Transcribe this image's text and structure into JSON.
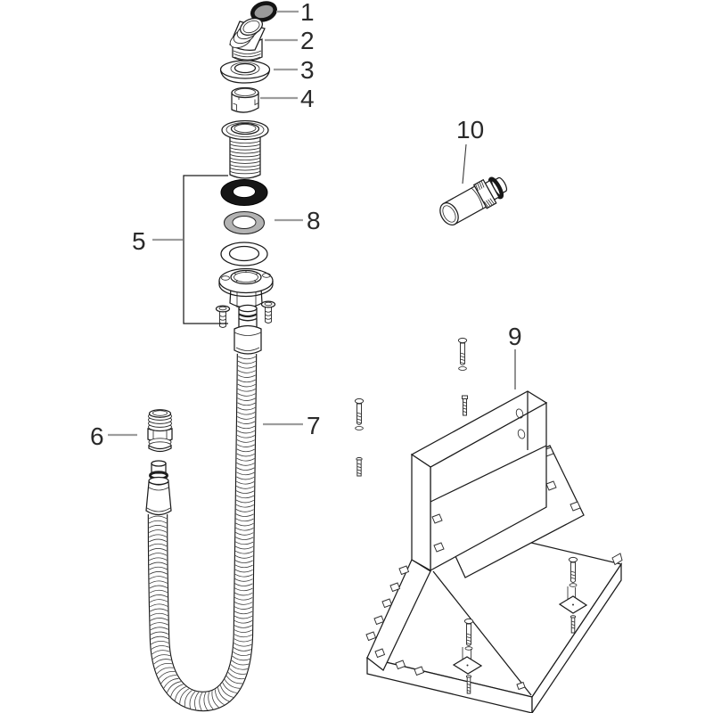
{
  "diagram": {
    "kind": "exploded-parts-diagram",
    "background": "#ffffff",
    "line_color": "#1c1c1c",
    "leader_color": "#9d9d9d",
    "gasket_color": "#161616",
    "oring_fill": "#9a9a9a",
    "washer_fill": "#b3b3b3",
    "parts": [
      {
        "label": "1",
        "part": "o-ring-seal"
      },
      {
        "label": "2",
        "part": "elbow-connector"
      },
      {
        "label": "3",
        "part": "escutcheon-rosette"
      },
      {
        "label": "4",
        "part": "guide-sleeve"
      },
      {
        "label": "5",
        "part": "basin-mounting-set"
      },
      {
        "label": "6",
        "part": "threaded-nipple"
      },
      {
        "label": "7",
        "part": "flexible-hose"
      },
      {
        "label": "8",
        "part": "washer"
      },
      {
        "label": "9",
        "part": "mounting-bracket"
      },
      {
        "label": "10",
        "part": "connection-fitting"
      }
    ]
  }
}
